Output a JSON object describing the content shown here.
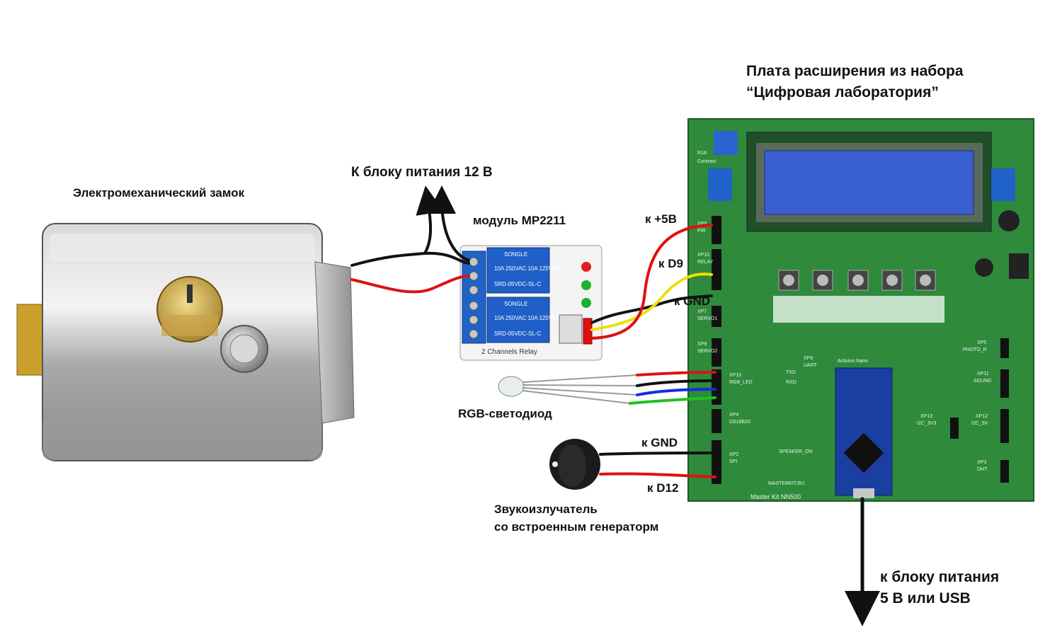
{
  "labels": {
    "lock": "Электромеханический замок",
    "power12": "К блоку питания 12 В",
    "relay_module": "модуль MP2211",
    "board_title_1": "Плата расширения из набора",
    "board_title_2": "“Цифровая лаборатория”",
    "to_5v": "к +5В",
    "to_d9": "к D9",
    "to_gnd_relay": "к GND",
    "rgb_led": "RGB-светодиод",
    "to_gnd_buzzer": "к GND",
    "to_d12": "к D12",
    "buzzer_1": "Звукоизлучатель",
    "buzzer_2": "со встроенным генераторм",
    "power5_1": "к блоку питания",
    "power5_2": "5 В или USB"
  },
  "colors": {
    "wire_red": "#e01010",
    "wire_black": "#111111",
    "wire_yellow": "#f0e000",
    "wire_blue": "#1030e0",
    "wire_green": "#20c020",
    "pcb_green": "#2f8a3c",
    "lcd_blue": "#3a5fd0",
    "relay_blue": "#1f5fc8",
    "nano_blue": "#1a3fa0"
  }
}
